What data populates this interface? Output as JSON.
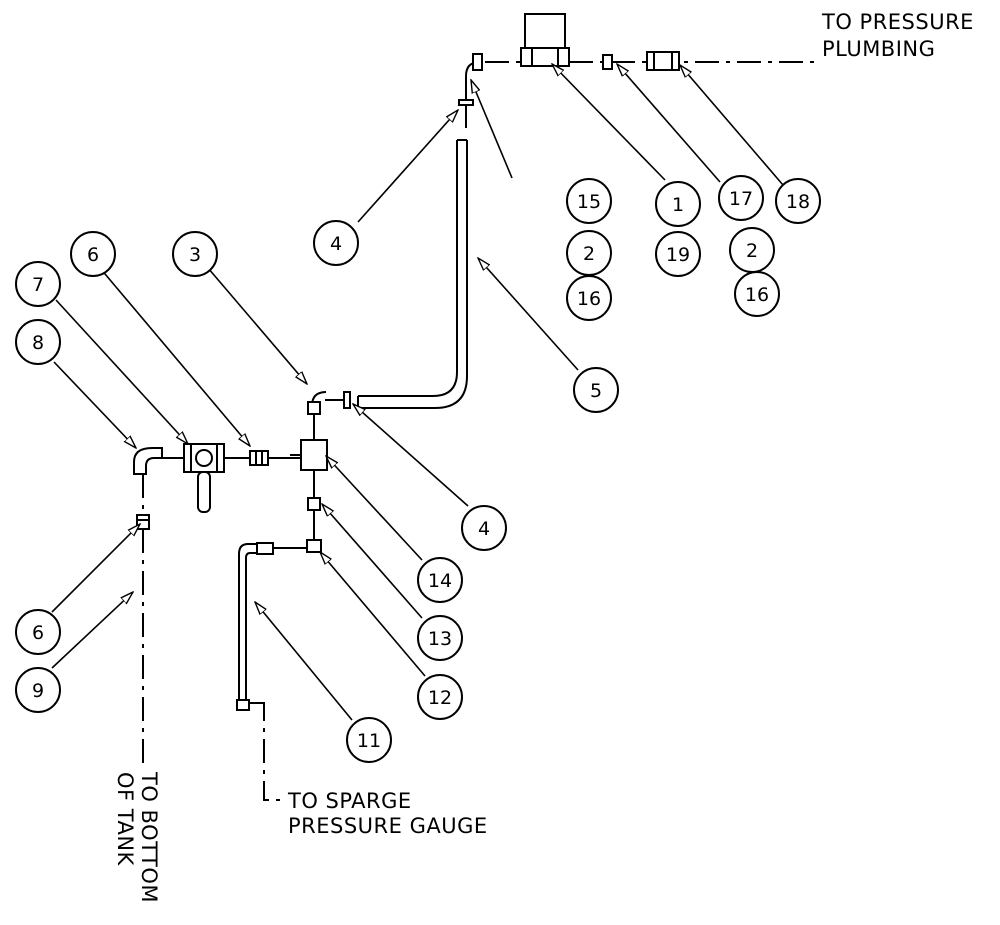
{
  "notes": {
    "to_pressure_line1": "TO PRESSURE",
    "to_pressure_line2": "PLUMBING",
    "to_sparge_line1": "TO SPARGE",
    "to_sparge_line2": "PRESSURE GAUGE",
    "to_bottom_line1": "TO BOTTOM",
    "to_bottom_line2": "OF TANK"
  },
  "callouts": {
    "c15": "15",
    "c2a": "2",
    "c16a": "16",
    "c1": "1",
    "c19": "19",
    "c17": "17",
    "c2b": "2",
    "c16b": "16",
    "c18": "18",
    "c4a": "4",
    "c5": "5",
    "c3": "3",
    "c6a": "6",
    "c7": "7",
    "c8": "8",
    "c4b": "4",
    "c14": "14",
    "c13": "13",
    "c12": "12",
    "c11": "11",
    "c6b": "6",
    "c9": "9"
  },
  "colors": {
    "line": "#000000",
    "background": "#ffffff"
  }
}
